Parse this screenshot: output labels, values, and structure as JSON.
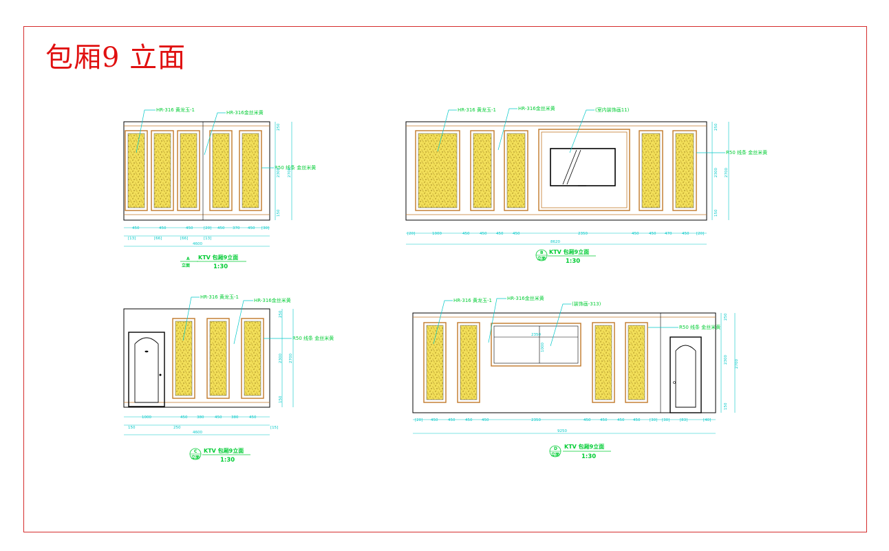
{
  "sheet": {
    "title": "包厢9  立面",
    "colors": {
      "frame": "#d42a2a",
      "title": "#e01010",
      "label": "#00cc33",
      "leader": "#00c8c8",
      "dimension": "#00c8c8",
      "wood_trim": "#c07828",
      "infill": "#d7c030",
      "outline": "#000000"
    }
  },
  "elevations": [
    {
      "id": "A",
      "title_text": "KTV 包厢9立面",
      "scale_text": "1:30",
      "view_tag": "立面",
      "callouts": [
        "HR-316 黄龙玉-1",
        "HR-316金丝米黄",
        "R50 线条 金丝米黄"
      ],
      "dims_top_row": [
        "450",
        "450",
        "450",
        "[20]",
        "450",
        "370",
        "450",
        "[30]"
      ],
      "dims_sub_row": [
        "[13]",
        "[66]",
        "[66]",
        "[13]"
      ],
      "dim_total": "4600",
      "dims_height": [
        "250",
        "2300",
        "150"
      ],
      "dim_height_total": "2700"
    },
    {
      "id": "B",
      "title_text": "KTV 包厢9立面",
      "scale_text": "1:30",
      "view_tag": "立面",
      "callouts": [
        "HR-316 黄龙玉-1",
        "HR-316金丝米黄",
        "(室内装饰画11)",
        "R50 线条 金丝米黄"
      ],
      "dims_top_row": [
        "[20]",
        "1000",
        "450",
        "450",
        "450",
        "450",
        "2350",
        "450",
        "450",
        "470",
        "450",
        "[20]"
      ],
      "dim_total": "8620",
      "dims_height": [
        "250",
        "2300",
        "150"
      ],
      "dim_height_total": "2700"
    },
    {
      "id": "C",
      "title_text": "KTV 包厢9立面",
      "scale_text": "1:30",
      "view_tag": "立面",
      "callouts": [
        "HR-316 黄龙玉-1",
        "HR-316金丝米黄",
        "R50 线条 金丝米黄"
      ],
      "dims_top_row": [
        "1000",
        "450",
        "380",
        "450",
        "380",
        "450"
      ],
      "dims_sub_row": [
        "150",
        "250",
        "[15]"
      ],
      "dim_total": "4600",
      "dims_height": [
        "250",
        "2300",
        "150"
      ],
      "dim_height_total": "2700"
    },
    {
      "id": "D",
      "title_text": "KTV 包厢9立面",
      "scale_text": "1:30",
      "view_tag": "立面",
      "callouts": [
        "HR-316 黄龙玉-1",
        "HR-316金丝米黄",
        "(装饰画-313)",
        "R50 线条 金丝米黄"
      ],
      "dims_top_row": [
        "[20]",
        "450",
        "450",
        "450",
        "450",
        "2350",
        "450",
        "450",
        "450",
        "450",
        "[30]",
        "[30]",
        "[83]",
        "[40]"
      ],
      "dim_total": "9250",
      "dims_height": [
        "250",
        "2300",
        "150"
      ],
      "dim_height_total": "2700",
      "picture_dims": [
        "2350",
        "1000"
      ]
    }
  ]
}
